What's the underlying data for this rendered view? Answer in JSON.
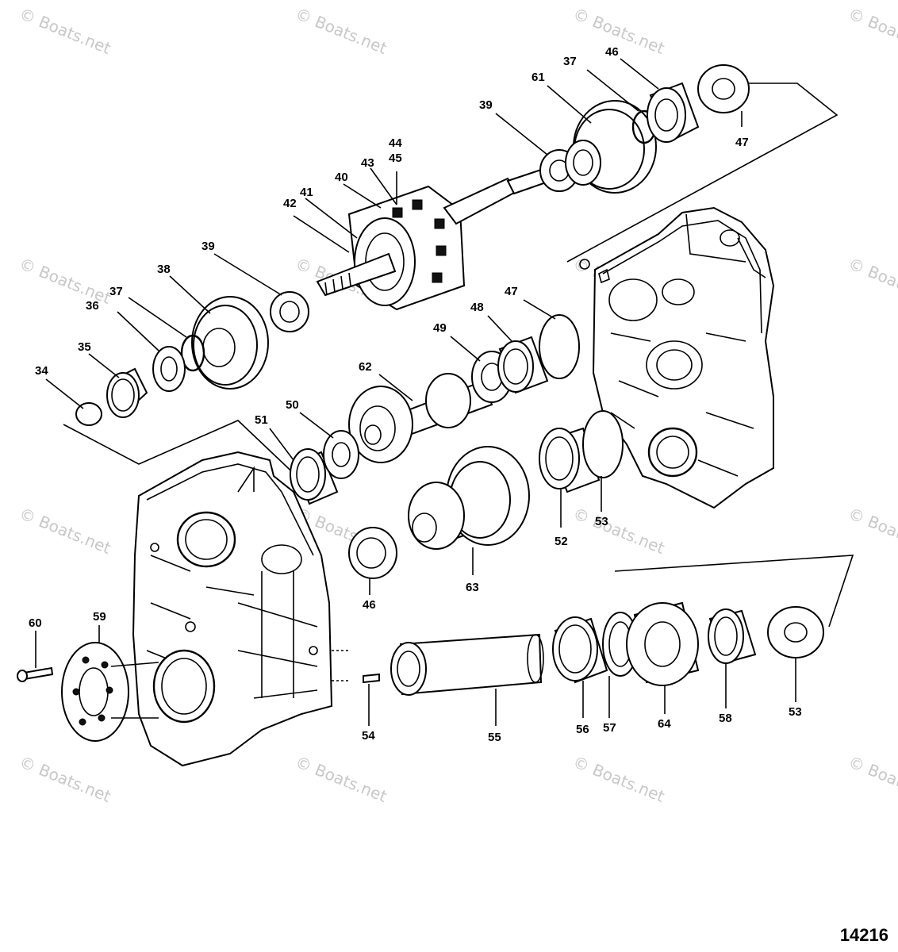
{
  "watermark": "© Boats.net",
  "figure_number": "14216",
  "callouts": {
    "c34": "34",
    "c35": "35",
    "c36": "36",
    "c37a": "37",
    "c38": "38",
    "c39a": "39",
    "c40": "40",
    "c41": "41",
    "c42": "42",
    "c43": "43",
    "c44": "44",
    "c45": "45",
    "c39b": "39",
    "c61": "61",
    "c37b": "37",
    "c46a": "46",
    "c47a": "47",
    "c47b": "47",
    "c48": "48",
    "c49": "49",
    "c62": "62",
    "c50": "50",
    "c51": "51",
    "c52": "52",
    "c53a": "53",
    "c46b": "46",
    "c63": "63",
    "c60": "60",
    "c59": "59",
    "c54": "54",
    "c55": "55",
    "c56": "56",
    "c57": "57",
    "c64": "64",
    "c58": "58",
    "c53b": "53"
  }
}
